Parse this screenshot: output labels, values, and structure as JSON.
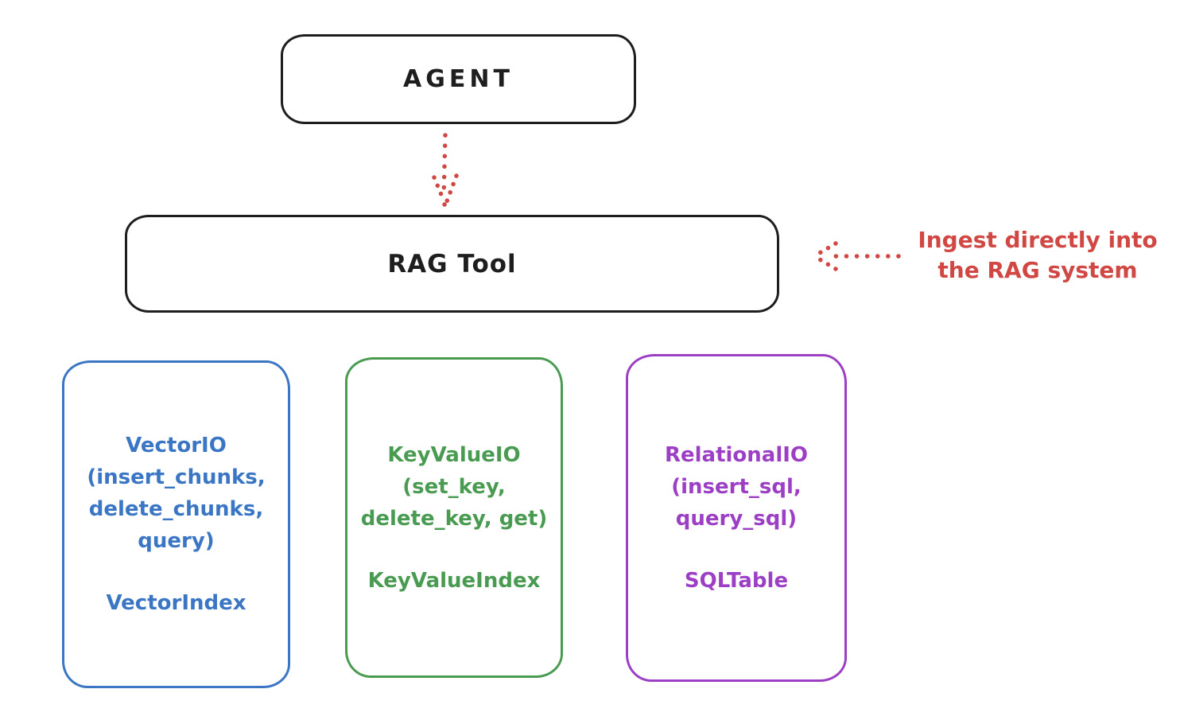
{
  "colors": {
    "background": "#ffffff",
    "ink": "#1e1e1e",
    "red": "#d04743",
    "blue": "#3a76c4",
    "green": "#4a9b52",
    "purple": "#9c3fc5"
  },
  "nodes": {
    "agent": {
      "label": "AGENT"
    },
    "rag_tool": {
      "label": "RAG Tool"
    }
  },
  "annotation": {
    "line1": "Ingest directly into",
    "line2": "the RAG system"
  },
  "arrows": [
    {
      "id": "agent-to-rag-tool",
      "style": "dotted",
      "color": "#d04743",
      "direction": "down"
    },
    {
      "id": "ingest-into-rag",
      "style": "dotted",
      "color": "#d04743",
      "direction": "left"
    }
  ],
  "cards": [
    {
      "id": "vector-io",
      "color": "#3a76c4",
      "lines": [
        "VectorIO",
        "(insert_chunks,",
        "delete_chunks,",
        "query)"
      ],
      "index_label": "VectorIndex"
    },
    {
      "id": "keyvalue-io",
      "color": "#4a9b52",
      "lines": [
        "KeyValueIO",
        "(set_key,",
        "delete_key, get)"
      ],
      "index_label": "KeyValueIndex"
    },
    {
      "id": "relational-io",
      "color": "#9c3fc5",
      "lines": [
        "RelationalIO",
        "(insert_sql,",
        "query_sql)"
      ],
      "index_label": "SQLTable"
    }
  ]
}
